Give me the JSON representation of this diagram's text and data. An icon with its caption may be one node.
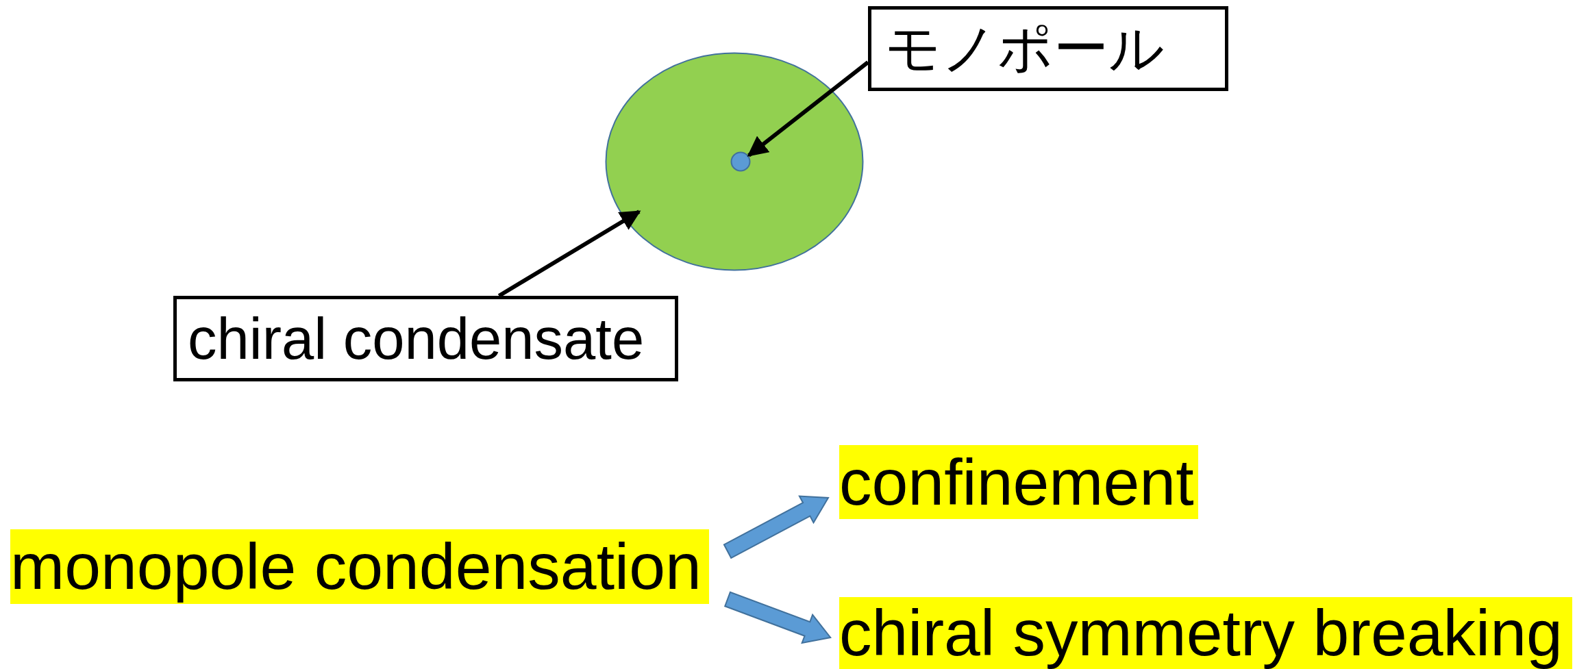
{
  "diagram": {
    "nodes": [
      {
        "text": [],
        "shape": "circle"
      },
      {
        "text": [],
        "shape": "circle",
        "in": 0
      },
      {
        "text": [
          "モノポール"
        ]
      },
      {
        "text": [
          "chiral condensate"
        ]
      },
      {
        "text": [
          "monopole condensation"
        ]
      },
      {
        "text": [
          "confinement"
        ]
      },
      {
        "text": [
          "chiral symmetry breaking"
        ]
      }
    ],
    "edges": [
      {
        "from": 2,
        "to": 1,
        "arrow": "to"
      },
      {
        "from": 3,
        "to": 0,
        "arrow": "to"
      },
      {
        "from": 4,
        "to": 5,
        "arrow": "to",
        "style": "thick",
        "color": "#5b9bd5"
      },
      {
        "from": 4,
        "to": 6,
        "arrow": "to",
        "style": "thick",
        "color": "#5b9bd5"
      }
    ]
  }
}
